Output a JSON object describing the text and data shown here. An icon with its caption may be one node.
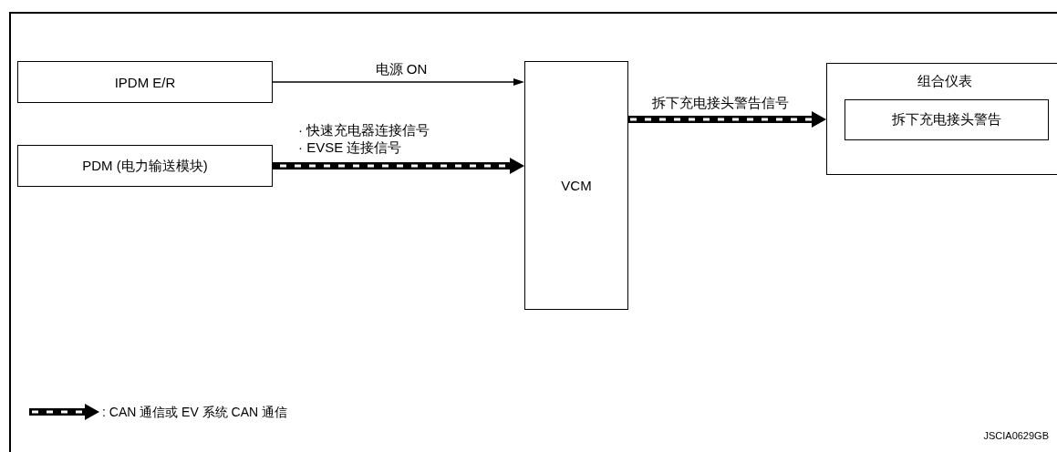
{
  "diagram": {
    "nodes": [
      {
        "text": [
          "IPDM E/R"
        ]
      },
      {
        "text": [
          "PDM (电力输送模块)"
        ]
      },
      {
        "text": [
          "VCM"
        ]
      },
      {
        "text": [
          "组合仪表"
        ]
      },
      {
        "text": [
          "拆下充电接头警告"
        ],
        "in": 3
      }
    ],
    "edges": [
      {
        "from": 0,
        "to": 2,
        "arrow": "to",
        "label": "电源 ON"
      },
      {
        "from": 1,
        "to": 2,
        "arrow": "to",
        "label": "· 快速充电器连接信号 · EVSE 连接信号",
        "style": "thick"
      },
      {
        "from": 2,
        "to": 3,
        "arrow": "to",
        "label": "拆下充电接头警告信号",
        "style": "thick"
      }
    ],
    "labels": [
      "JSCIA0629GB"
    ],
    "legend": [
      {
        "text": ": CAN 通信或 EV 系统 CAN 通信"
      }
    ]
  }
}
